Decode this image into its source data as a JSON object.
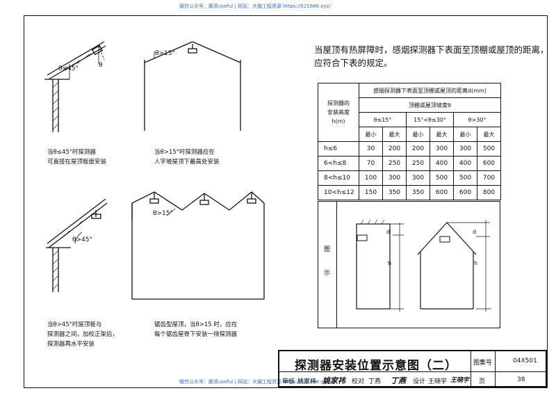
{
  "watermark": {
    "top": "微信公众号：豚贤useful | 网站：大猫工程资源 https://521686.xyz/",
    "bottom": "微信公众号：豚贤useful | 网站：大猫工程资源 https://521686.xyz/"
  },
  "diagrams": [
    {
      "angle": "θ≤45°",
      "theta": "θ",
      "caption": [
        "当θ≤45°时探测器",
        "可直接在屋顶板面安装"
      ]
    },
    {
      "angle": "θ>15°",
      "caption": [
        "当θ>15°时探测器应在",
        "人字坡屋顶下最高处安装"
      ]
    },
    {
      "angle": "θ>45°",
      "caption": [
        "当θ>45°时屋顶板与",
        "探测器之间，加校正架后，",
        "探测器再水平安装"
      ]
    },
    {
      "angle": "θ>15°",
      "caption": [
        "锯齿型屋顶，当θ>15 时，应在",
        "每个锯齿屋脊下安装一排探测器"
      ]
    }
  ],
  "note": [
    "当屋顶有热屏障时，感烟探测器下表面至顶棚或屋顶的距离，",
    "应符合下表的规定。"
  ],
  "table": {
    "row_header": [
      "探测器的",
      "安装高度",
      "h(m)"
    ],
    "main_header": "感烟探测器下表面至顶棚或屋顶的距离d(mm)",
    "sub_header": "顶棚或屋顶坡度θ",
    "slope_groups": [
      "θ≤15°",
      "15°<θ≤30°",
      "θ>30°"
    ],
    "min_label": "最小",
    "max_label": "最大",
    "rows": [
      {
        "h": "h≤6",
        "values": [
          "30",
          "200",
          "200",
          "300",
          "300",
          "500"
        ]
      },
      {
        "h": "6<h≤8",
        "values": [
          "70",
          "250",
          "250",
          "400",
          "400",
          "600"
        ]
      },
      {
        "h": "8<h≤10",
        "values": [
          "100",
          "300",
          "300",
          "500",
          "500",
          "700"
        ]
      },
      {
        "h": "10<h≤12",
        "values": [
          "150",
          "350",
          "350",
          "600",
          "600",
          "800"
        ]
      }
    ],
    "figure_label": [
      "图",
      "示"
    ],
    "dim_d": "d",
    "dim_h": "h"
  },
  "title_block": {
    "title": "探测器安装位置示意图（二）",
    "atlas_label": "图集号",
    "atlas_no": "04X501",
    "page_label": "页",
    "page_no": "38",
    "review_label": "审核",
    "review_name": "姚家祎",
    "review_sig": "姚家祎",
    "check_label": "校对",
    "check_name": "丁燕",
    "check_sig": "丁燕",
    "design_label": "设计",
    "design_name": "王晓宇",
    "design_sig": "王晓宇"
  }
}
